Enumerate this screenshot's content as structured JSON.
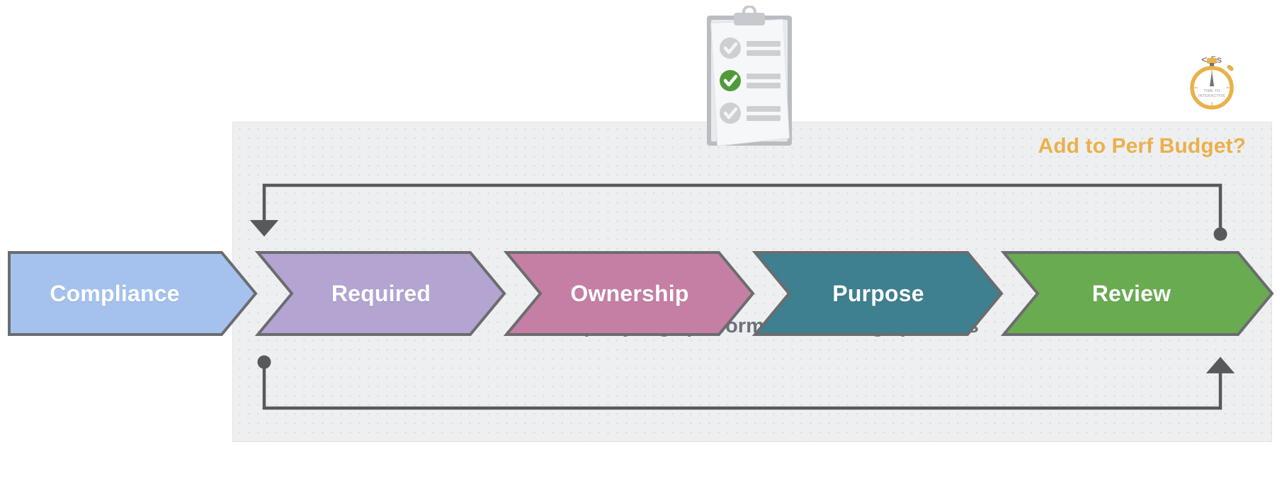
{
  "diagram": {
    "title": "Third-party tag “performance vetting” process",
    "budget_label": "Add to Perf Budget?",
    "panel_bg": "#eeeff1",
    "accent_amber": "#e9b14a",
    "line_color": "#58595b",
    "title_color": "#6d7278"
  },
  "steps": [
    {
      "label": "Compliance",
      "fill": "#a5c2ee",
      "stroke": "#6b6c6e"
    },
    {
      "label": "Required",
      "fill": "#b3a4d1",
      "stroke": "#6b6c6e"
    },
    {
      "label": "Ownership",
      "fill": "#c67fa4",
      "stroke": "#6b6c6e"
    },
    {
      "label": "Purpose",
      "fill": "#3e7f90",
      "stroke": "#6b6c6e"
    },
    {
      "label": "Review",
      "fill": "#69ab51",
      "stroke": "#6b6c6e"
    }
  ],
  "loops": {
    "top": {
      "start_marker": "dot",
      "end_marker": "arrow-down"
    },
    "bottom": {
      "start_marker": "dot",
      "end_marker": "arrow-up"
    }
  },
  "clipboard": {
    "name": "checklist-clipboard",
    "checked_index": 1,
    "rows": 3,
    "check_done_color": "#4f9b3c",
    "check_pending_color": "#cdcfd2"
  },
  "stopwatch": {
    "badge_text": "< 5s",
    "dial_line1": "TIME TO",
    "dial_line2": "INTERACTIVE",
    "ring_color": "#e9b14a"
  }
}
